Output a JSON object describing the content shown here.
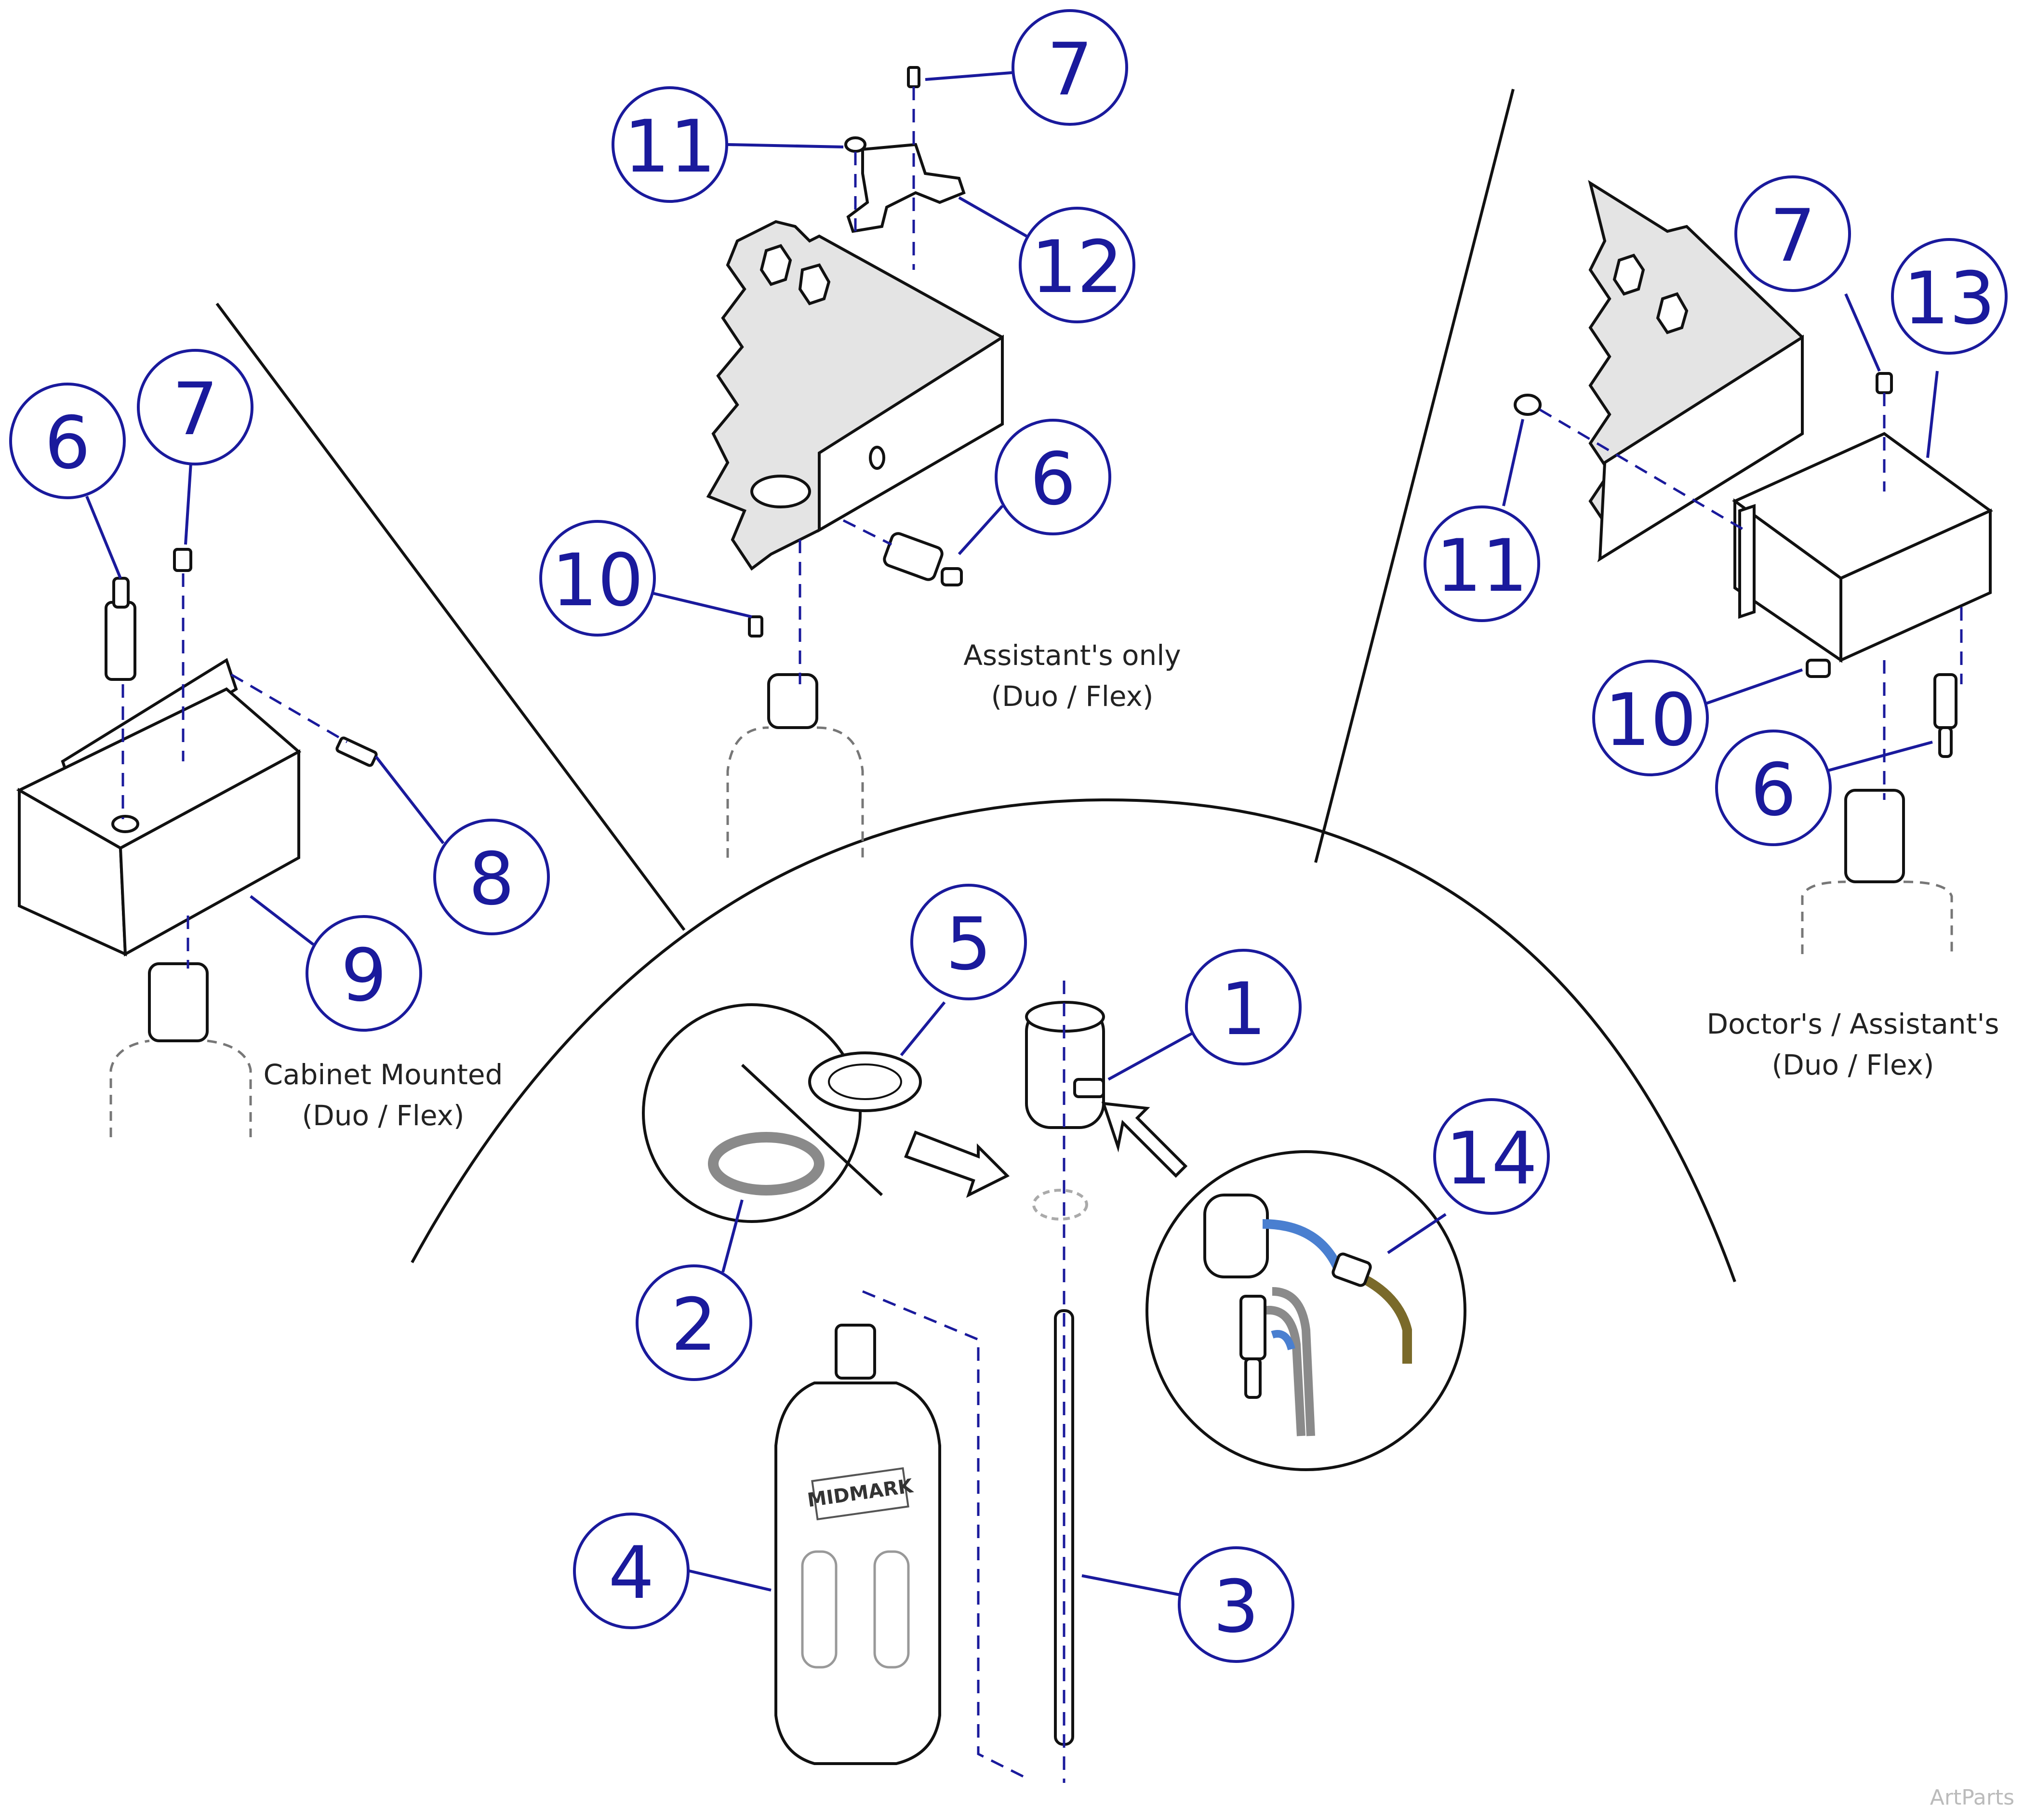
{
  "diagram": {
    "callouts": [
      {
        "id": "c-7-top",
        "label": "7"
      },
      {
        "id": "c-11-top",
        "label": "11"
      },
      {
        "id": "c-12",
        "label": "12"
      },
      {
        "id": "c-6-mid",
        "label": "6"
      },
      {
        "id": "c-10-mid",
        "label": "10"
      },
      {
        "id": "c-6-left",
        "label": "6"
      },
      {
        "id": "c-7-left",
        "label": "7"
      },
      {
        "id": "c-8",
        "label": "8"
      },
      {
        "id": "c-9",
        "label": "9"
      },
      {
        "id": "c-7-right",
        "label": "7"
      },
      {
        "id": "c-13",
        "label": "13"
      },
      {
        "id": "c-11-right",
        "label": "11"
      },
      {
        "id": "c-10-right",
        "label": "10"
      },
      {
        "id": "c-6-right",
        "label": "6"
      },
      {
        "id": "c-5",
        "label": "5"
      },
      {
        "id": "c-1",
        "label": "1"
      },
      {
        "id": "c-14",
        "label": "14"
      },
      {
        "id": "c-2",
        "label": "2"
      },
      {
        "id": "c-4",
        "label": "4"
      },
      {
        "id": "c-3",
        "label": "3"
      }
    ],
    "captions": {
      "assistant_line1": "Assistant's only",
      "assistant_line2": "(Duo / Flex)",
      "cabinet_line1": "Cabinet Mounted",
      "cabinet_line2": "(Duo / Flex)",
      "doctor_line1": "Doctor's / Assistant's",
      "doctor_line2": "(Duo / Flex)"
    },
    "bottle_logo": "MIDMARK",
    "watermark": "ArtParts",
    "colors": {
      "callout": "#1a1a9c",
      "line": "#111111",
      "sheet_metal": "#e4e4e4",
      "tube_blue": "#4a7fd0",
      "tube_olive": "#7a6a2a",
      "tube_grey": "#8a8a8a"
    }
  }
}
